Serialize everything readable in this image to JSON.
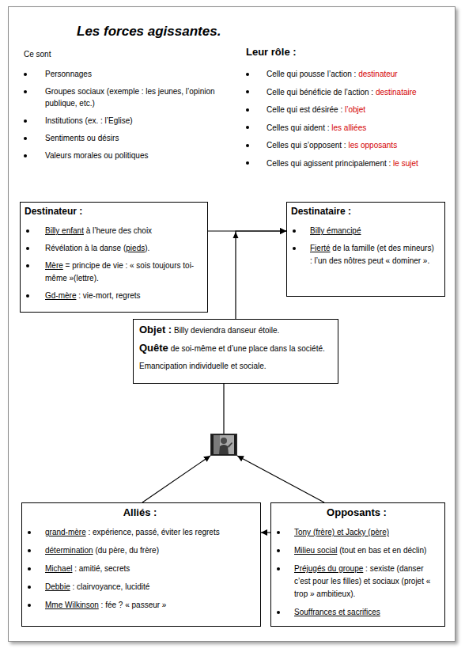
{
  "diagram": {
    "title": "Les forces agissantes.",
    "nodes": [
      {
        "text": [
          "Destinateur :",
          "Billy enfant",
          "à l’heure des choix",
          "Révélation à la danse (",
          "pieds",
          ").",
          "Mère",
          "= principe de vie : « sois toujours toi-même »(lettre).",
          "Gd-mère",
          ": vie-mort, regrets"
        ]
      },
      {
        "text": [
          "Destinataire :",
          "Billy émancipé",
          "Fierté",
          "de la famille (et des mineurs) : l’un des nôtres peut « dominer »."
        ]
      },
      {
        "text": [
          "Objet :",
          "Billy deviendra danseur étoile.",
          "Quête",
          "de soi-même et d’une place dans la société.",
          "Emancipation individuelle et sociale."
        ]
      },
      {
        "text": []
      },
      {
        "text": [
          "Alliés :",
          "grand-mère",
          ": expérience, passé, éviter les regrets",
          "détermination",
          "(du père, du frère)",
          "Michael",
          " : amitié, secrets",
          "Debbie",
          " : clairvoyance, lucidité",
          "Mme Wilkinson",
          ": fée ? « passeur »"
        ]
      },
      {
        "text": [
          "Opposants :",
          "Tony (frère) et Jacky (père)",
          "Milieu social",
          "(tout en bas et en déclin)",
          "Préjugés du groupe",
          ": sexiste (danser c’est pour les filles) et sociaux (projet « trop » ambitieux).",
          "Souffrances et sacrifices"
        ]
      }
    ],
    "edges": [
      {
        "from": 0,
        "to": 1,
        "arrow": "to"
      },
      {
        "from": 2,
        "to": 1,
        "arrow": "to"
      },
      {
        "from": 3,
        "to": 2,
        "arrow": "none"
      },
      {
        "from": 4,
        "to": 3,
        "arrow": "to"
      },
      {
        "from": 5,
        "to": 3,
        "arrow": "to"
      },
      {
        "from": 5,
        "to": 4,
        "arrow": "to"
      }
    ],
    "labels": [
      "Ce sont",
      "Personnages",
      "Groupes sociaux (exemple : les jeunes, l’opinion publique, etc.)",
      "Institutions (ex. : l’Eglise)",
      "Sentiments ou désirs",
      "Valeurs morales ou politiques",
      "Leur rôle :",
      "Celle qui pousse l’action :",
      "destinateur",
      "Celle qui bénéficie de l’action :",
      "destinataire",
      "Celle qui est désirée :",
      "l’objet",
      "Celles qui aident :",
      "les alliées",
      "Celles qui s’opposent :",
      "les opposants",
      "Celles qui agissent principalement :",
      "le sujet"
    ]
  }
}
